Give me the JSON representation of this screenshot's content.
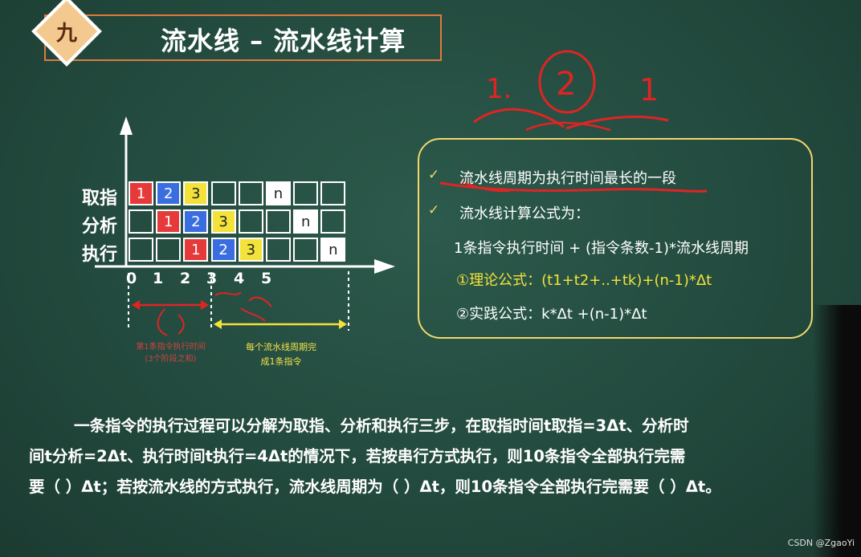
{
  "title": {
    "badge": "九",
    "text": "流水线 – 流水线计算"
  },
  "diagram": {
    "stages": [
      "取指",
      "分析",
      "执行"
    ],
    "rows": [
      [
        "1",
        "2",
        "3",
        "",
        "",
        "n",
        "",
        ""
      ],
      [
        "",
        "1",
        "2",
        "3",
        "",
        "",
        "n",
        ""
      ],
      [
        "",
        "",
        "1",
        "2",
        "3",
        "",
        "",
        "n"
      ]
    ],
    "row_colors": [
      [
        "red",
        "blue",
        "yellow",
        "",
        "",
        "white",
        "",
        ""
      ],
      [
        "",
        "red",
        "blue",
        "yellow",
        "",
        "",
        "white",
        ""
      ],
      [
        "",
        "",
        "red",
        "blue",
        "yellow",
        "",
        "",
        "white"
      ]
    ],
    "ticks": [
      "0",
      "1",
      "2",
      "3",
      "4",
      "5"
    ],
    "note_red_line1": "第1条指令执行时间",
    "note_red_line2": "(3个阶段之和)",
    "note_yellow_line1": "每个流水线周期完",
    "note_yellow_line2": "成1条指令"
  },
  "handwriting": {
    "circled": "2",
    "left_mark": "1.",
    "right_mark": "1"
  },
  "info": {
    "item1": "流水线周期为执行时间最长的一段",
    "item2": "流水线计算公式为：",
    "formula": "1条指令执行时间 + (指令条数-1)*流水线周期",
    "theory_label": "①理论公式：",
    "theory_formula": "(t1+t2+..+tk)+(n-1)*Δt",
    "practice": "②实践公式：k*Δt +(n-1)*Δt",
    "check_icon": "check-icon",
    "accent_color": "#f2d76b"
  },
  "question": {
    "line1": "一条指令的执行过程可以分解为取指、分析和执行三步，在取指时间t取指=3Δt、分析时",
    "line2": "间t分析=2Δt、执行时间t执行=4Δt的情况下，若按串行方式执行，则10条指令全部执行完需",
    "line3": "要（ ）Δt；若按流水线的方式执行，流水线周期为（ ）Δt，则10条指令全部执行完需要（ ）Δt。"
  },
  "watermark": "CSDN @ZgaoYi"
}
